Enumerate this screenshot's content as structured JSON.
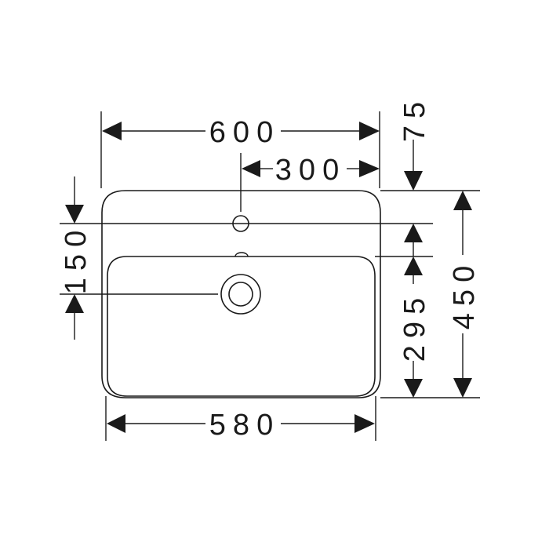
{
  "dimensions": {
    "overall_width": "600",
    "tap_hole_offset": "300",
    "top_offset": "75",
    "tap_hole_to_drain": "150",
    "overall_depth": "450",
    "bowl_depth": "295",
    "bowl_width": "580"
  },
  "colors": {
    "line": "#1a1a1a",
    "background": "#ffffff"
  }
}
